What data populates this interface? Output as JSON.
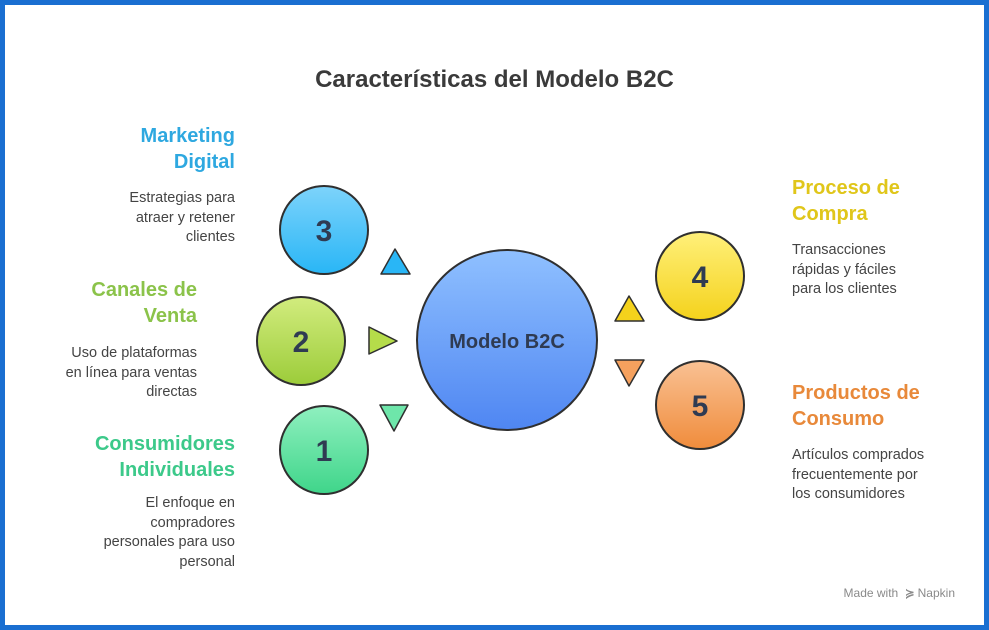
{
  "title": "Características del Modelo B2C",
  "center": {
    "label": "Modelo B2C"
  },
  "items": [
    {
      "number": "3",
      "title_line1": "Marketing",
      "title_line2": "Digital",
      "title_color": "#2ea8e0",
      "desc": [
        "Estrategias para",
        "atraer y retener",
        "clientes"
      ]
    },
    {
      "number": "2",
      "title_line1": "Canales de",
      "title_line2": "Venta",
      "title_color": "#8bc34a",
      "desc": [
        "Uso de plataformas",
        "en línea para ventas",
        "directas"
      ]
    },
    {
      "number": "1",
      "title_line1": "Consumidores",
      "title_line2": "Individuales",
      "title_color": "#3cc98a",
      "desc": [
        "El enfoque en",
        "compradores",
        "personales para uso",
        "personal"
      ]
    },
    {
      "number": "4",
      "title_line1": "Proceso de",
      "title_line2": "Compra",
      "title_color": "#e0c61a",
      "desc": [
        "Transacciones",
        "rápidas y fáciles",
        "para los clientes"
      ]
    },
    {
      "number": "5",
      "title_line1": "Productos de",
      "title_line2": "Consumo",
      "title_color": "#e8893a",
      "desc": [
        "Artículos comprados",
        "frecuentemente por",
        "los consumidores"
      ]
    }
  ],
  "watermark": {
    "prefix": "Made with",
    "brand": "Napkin"
  },
  "colors": {
    "frame": "#1a6fd1",
    "circle3": "#4fc3f7",
    "circle2": "#b5dc4a",
    "circle1": "#5ee0a0",
    "circle4": "#f9e235",
    "circle5": "#f5a15e",
    "center": "#5b94f3"
  }
}
